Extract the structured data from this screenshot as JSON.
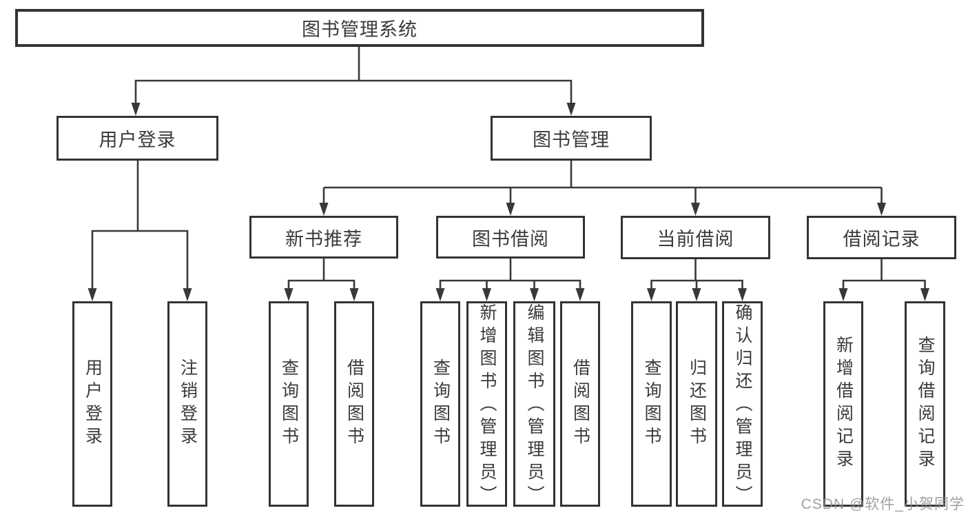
{
  "tree": {
    "root": {
      "label": "图书管理系统",
      "children": [
        {
          "label": "用户登录",
          "children": [
            {
              "label": "用户登录"
            },
            {
              "label": "注销登录"
            }
          ]
        },
        {
          "label": "图书管理",
          "children": [
            {
              "label": "新书推荐",
              "children": [
                {
                  "label": "查询图书"
                },
                {
                  "label": "借阅图书"
                }
              ]
            },
            {
              "label": "图书借阅",
              "children": [
                {
                  "label": "查询图书"
                },
                {
                  "label": "新增图书（管理员）"
                },
                {
                  "label": "编辑图书（管理员）"
                },
                {
                  "label": "借阅图书"
                }
              ]
            },
            {
              "label": "当前借阅",
              "children": [
                {
                  "label": "查询图书"
                },
                {
                  "label": "归还图书"
                },
                {
                  "label": "确认归还（管理员）"
                }
              ]
            },
            {
              "label": "借阅记录",
              "children": [
                {
                  "label": "新增借阅记录"
                },
                {
                  "label": "查询借阅记录"
                }
              ]
            }
          ]
        }
      ]
    }
  },
  "watermark": {
    "text": "CSDN @软件_小贺同学"
  },
  "colors": {
    "line": "#383838",
    "border": "#333333",
    "text": "#3a3a3a",
    "watermark_text": "#8f8f8f",
    "background": "#ffffff"
  }
}
